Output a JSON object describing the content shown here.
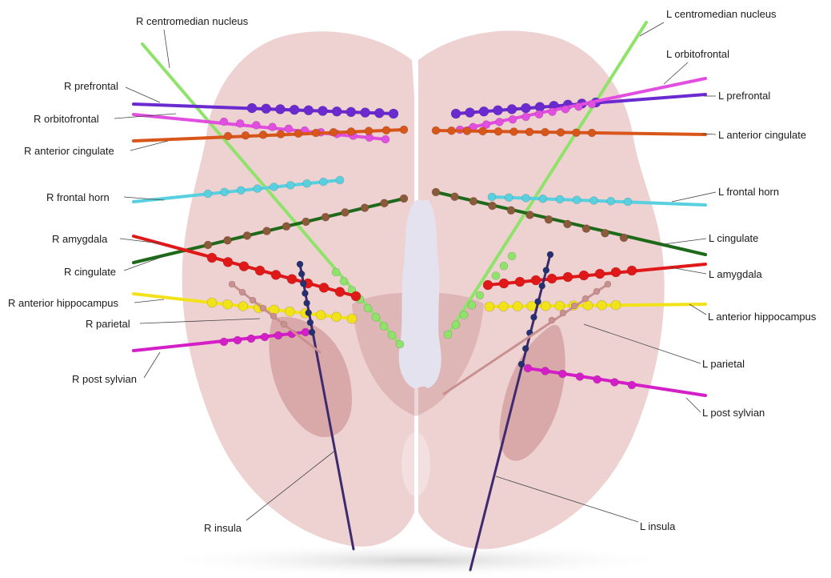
{
  "labels": {
    "r_centromedian": "R centromedian nucleus",
    "r_prefrontal": "R prefrontal",
    "r_orbitofrontal": "R orbitofrontal",
    "r_anterior_cingulate": "R anterior cingulate",
    "r_frontal_horn": "R frontal horn",
    "r_amygdala": "R amygdala",
    "r_cingulate": "R cingulate",
    "r_anterior_hippocampus": "R anterior hippocampus",
    "r_parietal": "R parietal",
    "r_post_sylvian": "R post sylvian",
    "r_insula": "R insula",
    "l_centromedian": "L centromedian nucleus",
    "l_orbitofrontal": "L orbitofrontal",
    "l_prefrontal": "L prefrontal",
    "l_anterior_cingulate": "L anterior cingulate",
    "l_frontal_horn": "L frontal horn",
    "l_cingulate": "L cingulate",
    "l_amygdala": "L amygdala",
    "l_anterior_hippocampus": "L anterior hippocampus",
    "l_parietal": "L parietal",
    "l_post_sylvian": "L post sylvian",
    "l_insula": "L insula"
  },
  "colors": {
    "brain": "#d99a9a",
    "brain_dark": "#b86f70",
    "ventricle": "#e4e2ee",
    "centromedian": "#8fe36a",
    "prefrontal": "#6a2ad0",
    "orbitofrontal": "#e24fe0",
    "anterior_cingulate": "#d9561a",
    "frontal_horn": "#58d0e0",
    "amygdala": "#e01818",
    "cingulate": "#1f6a1a",
    "cingulate_contacts": "#8a5a3a",
    "anterior_hippocampus": "#f2e21a",
    "parietal": "#c99090",
    "post_sylvian": "#d41ec8",
    "insula": "#3e2a6e",
    "insula_contacts": "#243070"
  }
}
